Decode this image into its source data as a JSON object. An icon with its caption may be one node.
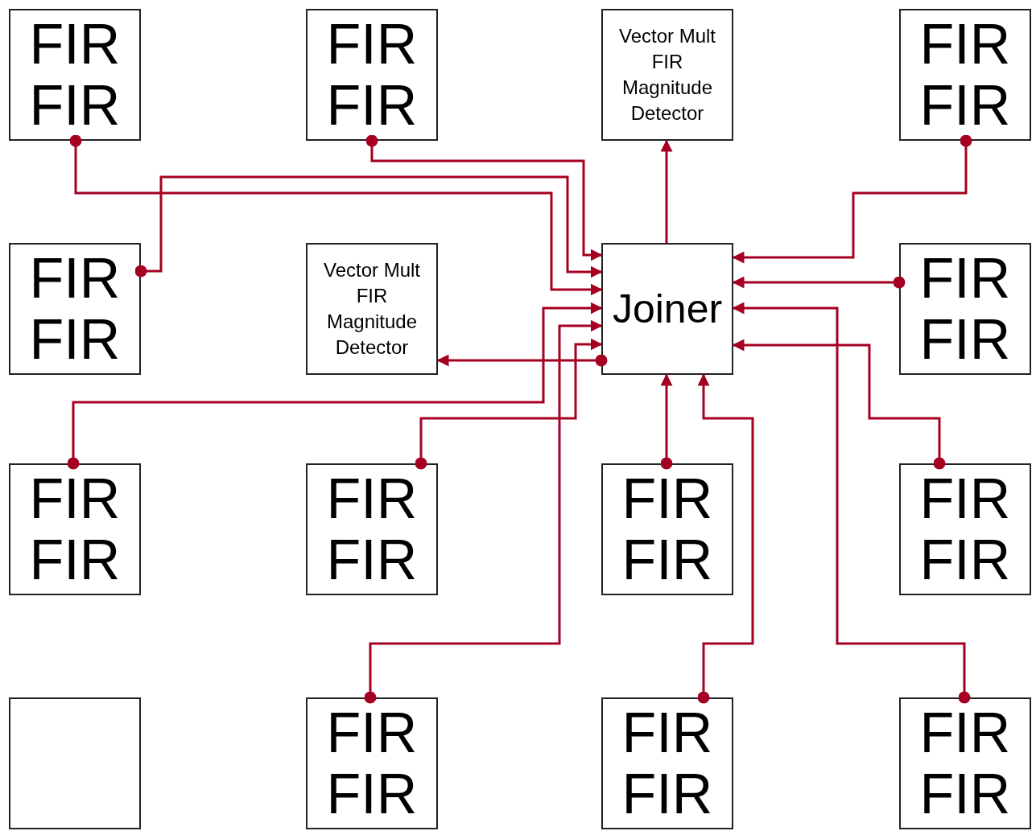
{
  "diagram": {
    "nodes": [
      {
        "text": [
          "FIR",
          "FIR"
        ]
      },
      {
        "text": [
          "FIR",
          "FIR"
        ]
      },
      {
        "text": [
          "Vector Mult FIR Magnitude Detector"
        ]
      },
      {
        "text": [
          "FIR",
          "FIR"
        ]
      },
      {
        "text": [
          "FIR",
          "FIR"
        ]
      },
      {
        "text": [
          "Vector Mult FIR Magnitude Detector"
        ]
      },
      {
        "text": [
          "Joiner"
        ]
      },
      {
        "text": [
          "FIR",
          "FIR"
        ]
      },
      {
        "text": [
          "FIR",
          "FIR"
        ]
      },
      {
        "text": [
          "FIR",
          "FIR"
        ]
      },
      {
        "text": [
          "FIR",
          "FIR"
        ]
      },
      {
        "text": [
          "FIR",
          "FIR"
        ]
      },
      {
        "text": [],
        "shape": "box"
      },
      {
        "text": [
          "FIR",
          "FIR"
        ]
      },
      {
        "text": [
          "FIR",
          "FIR"
        ]
      },
      {
        "text": [
          "FIR",
          "FIR"
        ]
      }
    ],
    "edges": [
      {
        "from": 0,
        "to": 6,
        "arrow": "to"
      },
      {
        "from": 1,
        "to": 6,
        "arrow": "to"
      },
      {
        "from": 4,
        "to": 6,
        "arrow": "to"
      },
      {
        "from": 8,
        "to": 6,
        "arrow": "to"
      },
      {
        "from": 13,
        "to": 6,
        "arrow": "to"
      },
      {
        "from": 9,
        "to": 6,
        "arrow": "to"
      },
      {
        "from": 6,
        "to": 5,
        "arrow": "to"
      },
      {
        "from": 6,
        "to": 2,
        "arrow": "to"
      },
      {
        "from": 3,
        "to": 6,
        "arrow": "to"
      },
      {
        "from": 7,
        "to": 6,
        "arrow": "to"
      },
      {
        "from": 15,
        "to": 6,
        "arrow": "to"
      },
      {
        "from": 11,
        "to": 6,
        "arrow": "to"
      },
      {
        "from": 10,
        "to": 6,
        "arrow": "to"
      },
      {
        "from": 14,
        "to": 6,
        "arrow": "to"
      }
    ]
  }
}
